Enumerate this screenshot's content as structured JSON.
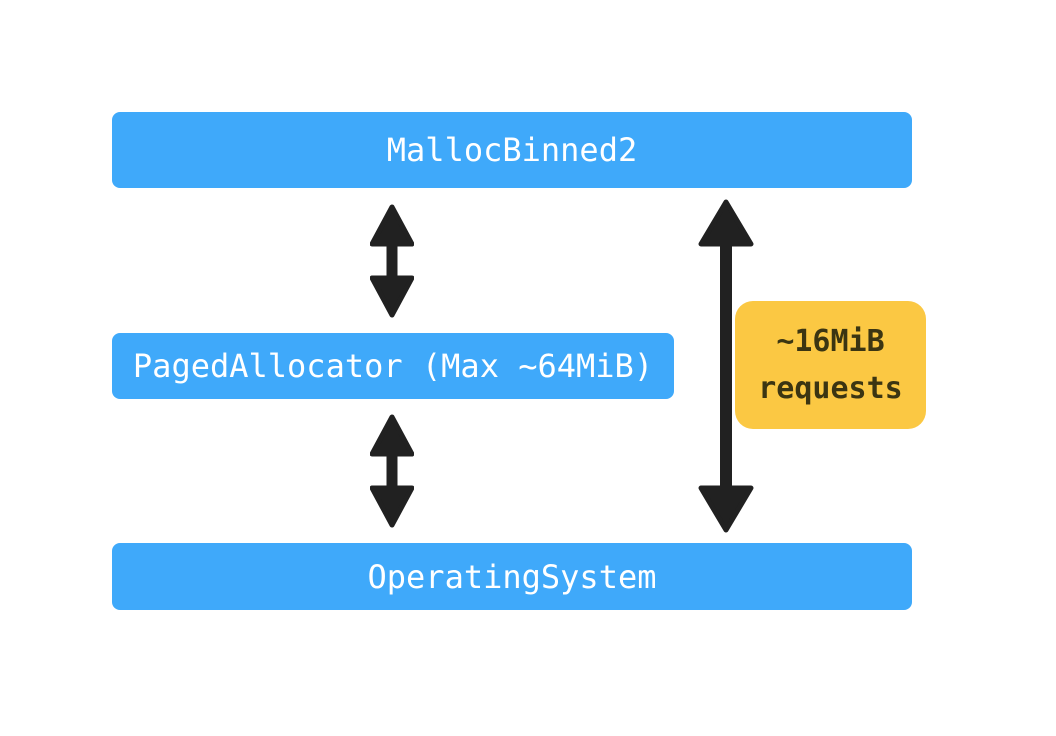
{
  "diagram": {
    "background_color": "#ffffff",
    "nodes": [
      {
        "id": "mallocbinned2",
        "label": "MallocBinned2"
      },
      {
        "id": "pagedallocator",
        "label": "PagedAllocator (Max ~64MiB)"
      },
      {
        "id": "operatingsystem",
        "label": "OperatingSystem"
      }
    ],
    "node_style": {
      "bg_color": "#3fa9fa",
      "text_color": "#ffffff"
    },
    "arrows": [
      {
        "id": "mallocbinned2-pagedallocator",
        "type": "double-headed-vertical"
      },
      {
        "id": "pagedallocator-operatingsystem",
        "type": "double-headed-vertical"
      },
      {
        "id": "mallocbinned2-operatingsystem",
        "type": "double-headed-vertical"
      }
    ],
    "arrow_color": "#212121",
    "callout": {
      "lines": [
        "~16MiB",
        "requests"
      ],
      "bg_color": "#fbc843",
      "text_color": "#3b3512"
    }
  }
}
